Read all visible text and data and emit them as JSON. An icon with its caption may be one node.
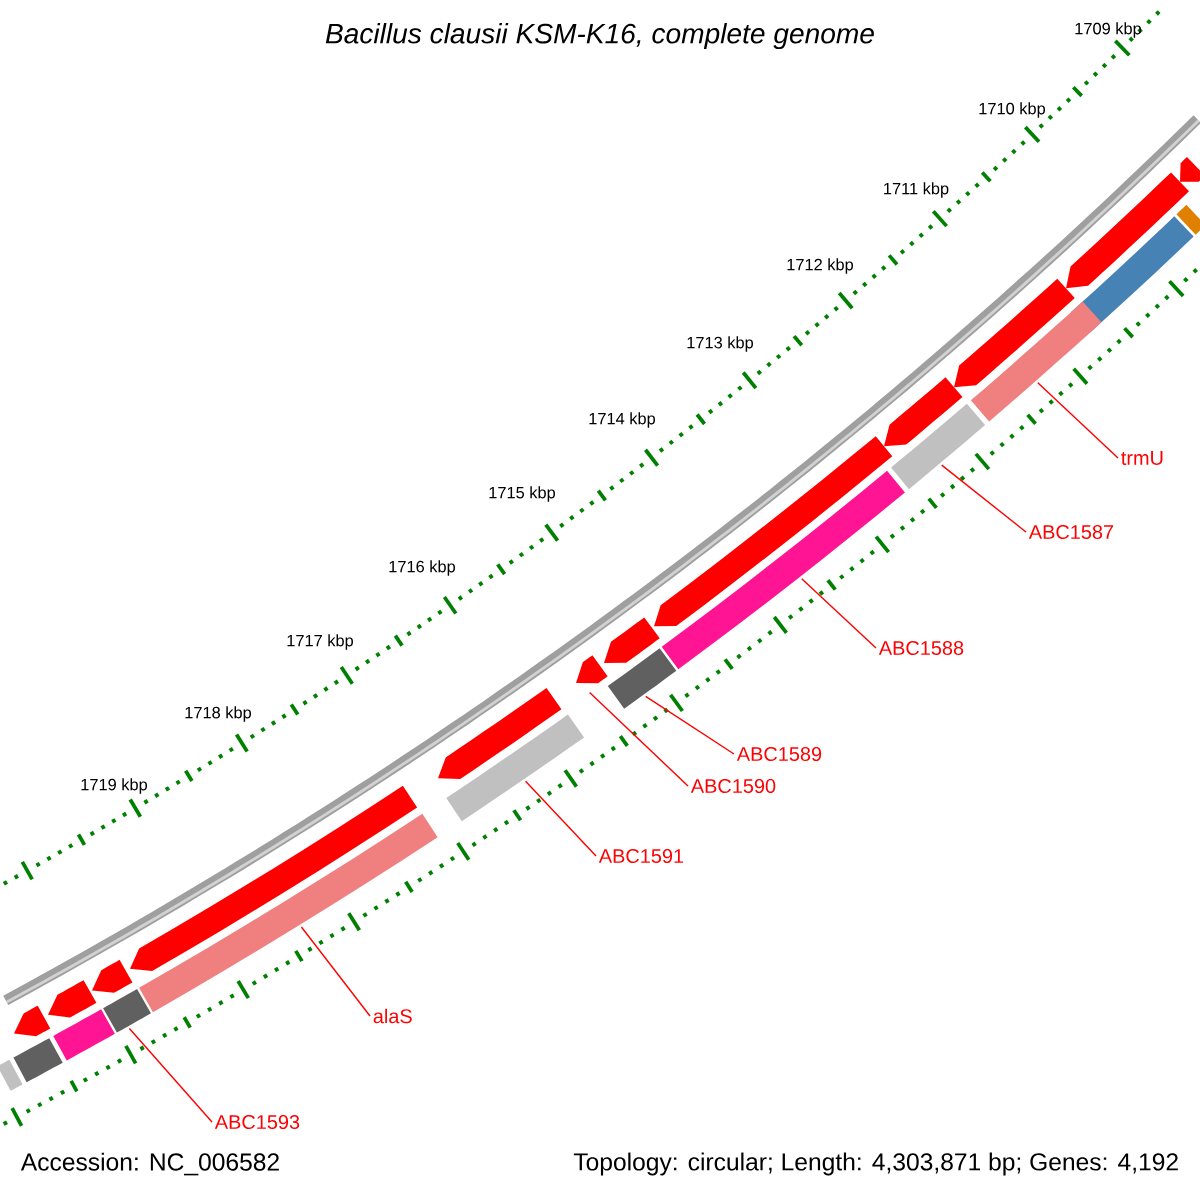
{
  "diagram": {
    "title": "Bacillus clausii KSM-K16, complete genome",
    "nodes": [
      {
        "text": [
          "trmU"
        ]
      },
      {
        "text": [
          "ABC1587"
        ]
      },
      {
        "text": [
          "ABC1588"
        ]
      },
      {
        "text": [
          "ABC1589"
        ]
      },
      {
        "text": [
          "ABC1590"
        ]
      },
      {
        "text": [
          "ABC1591"
        ]
      },
      {
        "text": [
          "alaS"
        ]
      },
      {
        "text": [
          "ABC1593"
        ]
      },
      {
        "text": [],
        "shape": "bar"
      },
      {
        "text": [],
        "shape": "bar"
      },
      {
        "text": [],
        "shape": "bar"
      },
      {
        "text": [],
        "shape": "bar"
      },
      {
        "text": [],
        "shape": "bar"
      },
      {
        "text": [],
        "shape": "bar"
      },
      {
        "text": [],
        "shape": "bar"
      },
      {
        "text": [],
        "shape": "bar"
      },
      {
        "text": [],
        "shape": "bar"
      },
      {
        "text": [],
        "shape": "bar"
      },
      {
        "text": [],
        "shape": "bar"
      },
      {
        "text": [],
        "shape": "bar"
      },
      {
        "text": [],
        "shape": "bar"
      },
      {
        "text": [],
        "shape": "bar"
      },
      {
        "text": [],
        "shape": "bar"
      },
      {
        "text": [],
        "shape": "bar"
      },
      {
        "text": [],
        "shape": "bar"
      },
      {
        "text": [],
        "shape": "bar"
      },
      {
        "text": [],
        "shape": "bar"
      },
      {
        "text": [],
        "shape": "bar"
      },
      {
        "text": [],
        "shape": "bar"
      },
      {
        "text": [],
        "shape": "bar"
      },
      {
        "text": [],
        "shape": "bar"
      },
      {
        "text": [],
        "shape": "bar"
      }
    ],
    "edges": [
      {
        "from": 0,
        "to": 12,
        "arrow": "none"
      },
      {
        "from": 1,
        "to": 14,
        "arrow": "none"
      },
      {
        "from": 2,
        "to": 16,
        "arrow": "none"
      },
      {
        "from": 3,
        "to": 18,
        "arrow": "none"
      },
      {
        "from": 4,
        "to": 20,
        "arrow": "none"
      },
      {
        "from": 5,
        "to": 21,
        "arrow": "none"
      },
      {
        "from": 6,
        "to": 23,
        "arrow": "none"
      },
      {
        "from": 7,
        "to": 25,
        "arrow": "none"
      }
    ],
    "labels": [
      "1709 kbp",
      "1710 kbp",
      "1711 kbp",
      "1712 kbp",
      "1713 kbp",
      "1714 kbp",
      "1715 kbp",
      "1716 kbp",
      "1717 kbp",
      "1718 kbp",
      "1719 kbp",
      "Accession: NC_006582",
      "Topology: circular; Length: 4,303,871 bp; Genes: 4,192"
    ]
  }
}
